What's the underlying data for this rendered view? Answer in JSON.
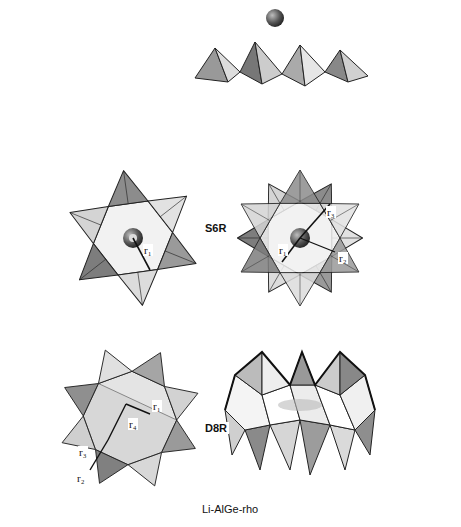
{
  "diagram": {
    "caption": "Li-AlGe-rho",
    "labels": [
      "S6R",
      "r₁",
      "r₁",
      "r₃",
      "r₂",
      "D8R",
      "r₄",
      "r₁",
      "r₃",
      "r₂"
    ]
  }
}
